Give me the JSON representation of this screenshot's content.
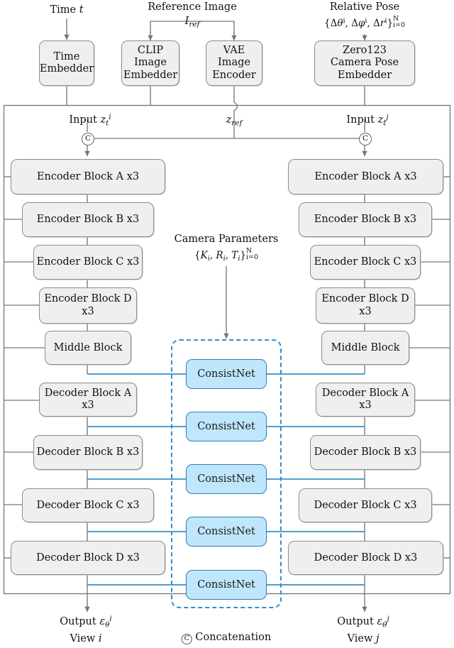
{
  "diagram": {
    "title_hidden": "",
    "colors": {
      "node_fill": "#efefef",
      "node_stroke": "#8d8d8d",
      "consistnet_fill": "#bfe6fa",
      "consistnet_stroke": "#2e7fb8",
      "dashed_group_stroke": "#2e8fd0",
      "wire_gray": "#777777",
      "wire_blue": "#3a8fc4"
    },
    "top_inputs": [
      {
        "id": "time",
        "label_plain": "Time t"
      },
      {
        "id": "reference",
        "label_plain": "Reference Image I_ref"
      },
      {
        "id": "relpose",
        "label_plain": "Relative Pose"
      },
      {
        "id": "relpose_set",
        "label_plain": "{Δθ^i, Δφ^i, Δr^i}_{i=0}^{N}"
      }
    ],
    "embedders": [
      {
        "id": "time-embedder",
        "lines": [
          "Time",
          "Embedder"
        ]
      },
      {
        "id": "clip-image-embedder",
        "lines": [
          "CLIP",
          "Image",
          "Embedder"
        ]
      },
      {
        "id": "vae-image-encoder",
        "lines": [
          "VAE",
          "Image",
          "Encoder"
        ]
      },
      {
        "id": "zero123-camera-pose-embedder",
        "lines": [
          "Zero123",
          "Camera Pose",
          "Embedder"
        ]
      }
    ],
    "branch_inputs": {
      "left": "Input z_t^i",
      "right": "Input z_t^j",
      "center": "z_ref"
    },
    "left_branch": [
      {
        "id": "encoder-block-a",
        "label": "Encoder Block A x3"
      },
      {
        "id": "encoder-block-b",
        "label": "Encoder Block B x3"
      },
      {
        "id": "encoder-block-c",
        "label": "Encoder Block C x3"
      },
      {
        "id": "encoder-block-d",
        "label": "Encoder Block D x3"
      },
      {
        "id": "middle-block",
        "label": "Middle Block"
      },
      {
        "id": "decoder-block-a",
        "label": "Decoder Block A x3"
      },
      {
        "id": "decoder-block-b",
        "label": "Decoder Block B x3"
      },
      {
        "id": "decoder-block-c",
        "label": "Decoder Block C x3"
      },
      {
        "id": "decoder-block-d",
        "label": "Decoder Block D x3"
      }
    ],
    "right_branch": [
      {
        "id": "encoder-block-a",
        "label": "Encoder Block A x3"
      },
      {
        "id": "encoder-block-b",
        "label": "Encoder Block B x3"
      },
      {
        "id": "encoder-block-c",
        "label": "Encoder Block C x3"
      },
      {
        "id": "encoder-block-d",
        "label": "Encoder Block D x3"
      },
      {
        "id": "middle-block",
        "label": "Middle Block"
      },
      {
        "id": "decoder-block-a",
        "label": "Decoder Block A x3"
      },
      {
        "id": "decoder-block-b",
        "label": "Decoder Block B x3"
      },
      {
        "id": "decoder-block-c",
        "label": "Decoder Block C x3"
      },
      {
        "id": "decoder-block-d",
        "label": "Decoder Block D x3"
      }
    ],
    "center_column": {
      "camera_params_title": "Camera Parameters",
      "camera_params_set": "{K_i, R_i, T_i}_{i=0}^{N}",
      "consistnet_label": "ConsistNet",
      "consistnet_count": 5
    },
    "outputs": {
      "left_output": "Output ε_θ^i",
      "left_view": "View i",
      "right_output": "Output ε_θ^j",
      "right_view": "View j"
    },
    "legend": {
      "symbol": "C",
      "text": "Concatenation"
    }
  }
}
